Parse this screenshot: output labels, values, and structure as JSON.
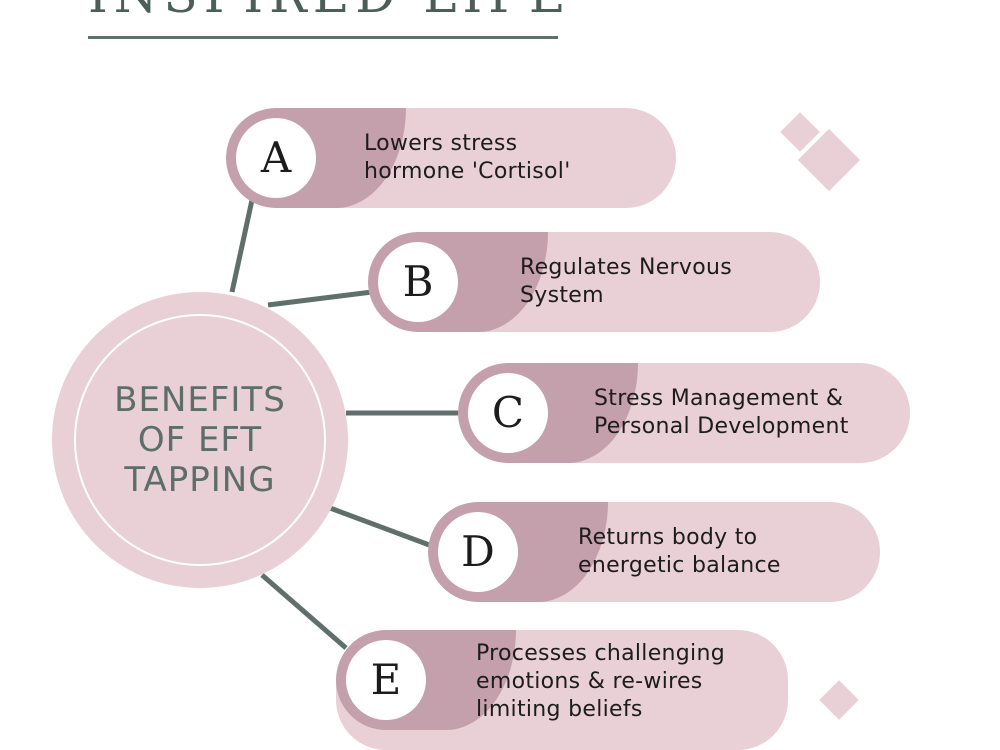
{
  "header": {
    "logo_text": "INSPIRED LIFE"
  },
  "center": {
    "title_lines": [
      "BENEFITS",
      "OF EFT",
      "TAPPING"
    ]
  },
  "benefits": [
    {
      "letter": "A",
      "lines": [
        "Lowers stress",
        "hormone 'Cortisol'"
      ]
    },
    {
      "letter": "B",
      "lines": [
        "Regulates Nervous",
        "System"
      ]
    },
    {
      "letter": "C",
      "lines": [
        "Stress Management &",
        "Personal Development"
      ]
    },
    {
      "letter": "D",
      "lines": [
        "Returns body to",
        "energetic balance"
      ]
    },
    {
      "letter": "E",
      "lines": [
        "Processes challenging",
        "emotions & re-wires",
        "limiting beliefs"
      ]
    }
  ],
  "colors": {
    "pill": "#e8d0d6",
    "accent": "#c49fac",
    "line": "#5f6f6c",
    "title": "#5d6d6a"
  }
}
